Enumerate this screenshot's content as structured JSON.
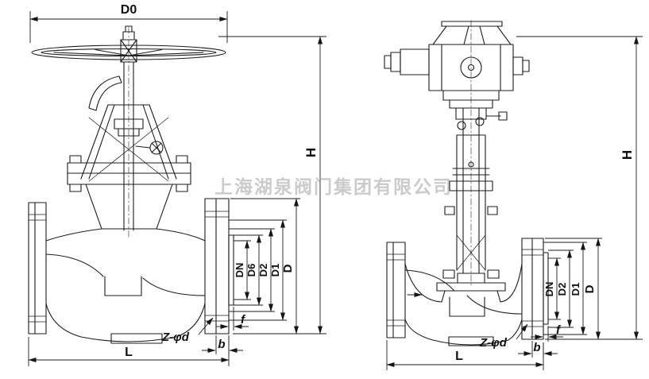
{
  "watermark": "上海湖泉阀门集团有限公司",
  "left_valve": {
    "dims": {
      "d0": "D0",
      "h": "H",
      "dn": "DN",
      "d6": "D6",
      "d2": "D2",
      "d1": "D1",
      "d": "D",
      "l": "L",
      "z_phi_d": "Z-φd",
      "b": "b",
      "f": "f"
    }
  },
  "right_valve": {
    "dims": {
      "h": "H",
      "dn": "DN",
      "d2": "D2",
      "d1": "D1",
      "d": "D",
      "l": "L",
      "z_phi_d": "Z-φd",
      "b": "b",
      "f": "f"
    }
  }
}
